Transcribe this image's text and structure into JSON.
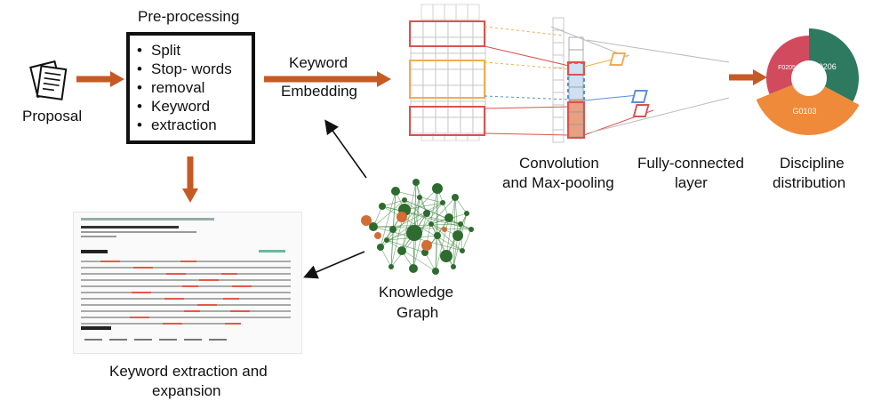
{
  "labels": {
    "preprocessing": "Pre-processing",
    "proposal": "Proposal",
    "keyword_line1": "Keyword",
    "keyword_line2": "Embedding",
    "convolution_line1": "Convolution",
    "convolution_line2": "and Max-pooling",
    "fc_line1": "Fully-connected",
    "fc_line2": "layer",
    "discipline_line1": "Discipline",
    "discipline_line2": "distribution",
    "kg_line1": "Knowledge",
    "kg_line2": "Graph",
    "extraction_line1": "Keyword extraction and",
    "extraction_line2": "expansion"
  },
  "preprocessing_steps": [
    "Split",
    "Stop- words",
    "removal",
    "Keyword",
    "extraction"
  ],
  "donut": {
    "segments": [
      {
        "label": "F0206",
        "color": "#2e7a60"
      },
      {
        "label": "G0103",
        "color": "#ee8a3a"
      },
      {
        "label": "F0205",
        "color": "#d14a5e"
      }
    ]
  },
  "colors": {
    "arrow": "#c55a25",
    "red": "#d9534f",
    "orange": "#f0ad4e",
    "blue": "#5b8fd6",
    "graph_node": "#2e6b2e",
    "graph_hub": "#d36d35"
  }
}
